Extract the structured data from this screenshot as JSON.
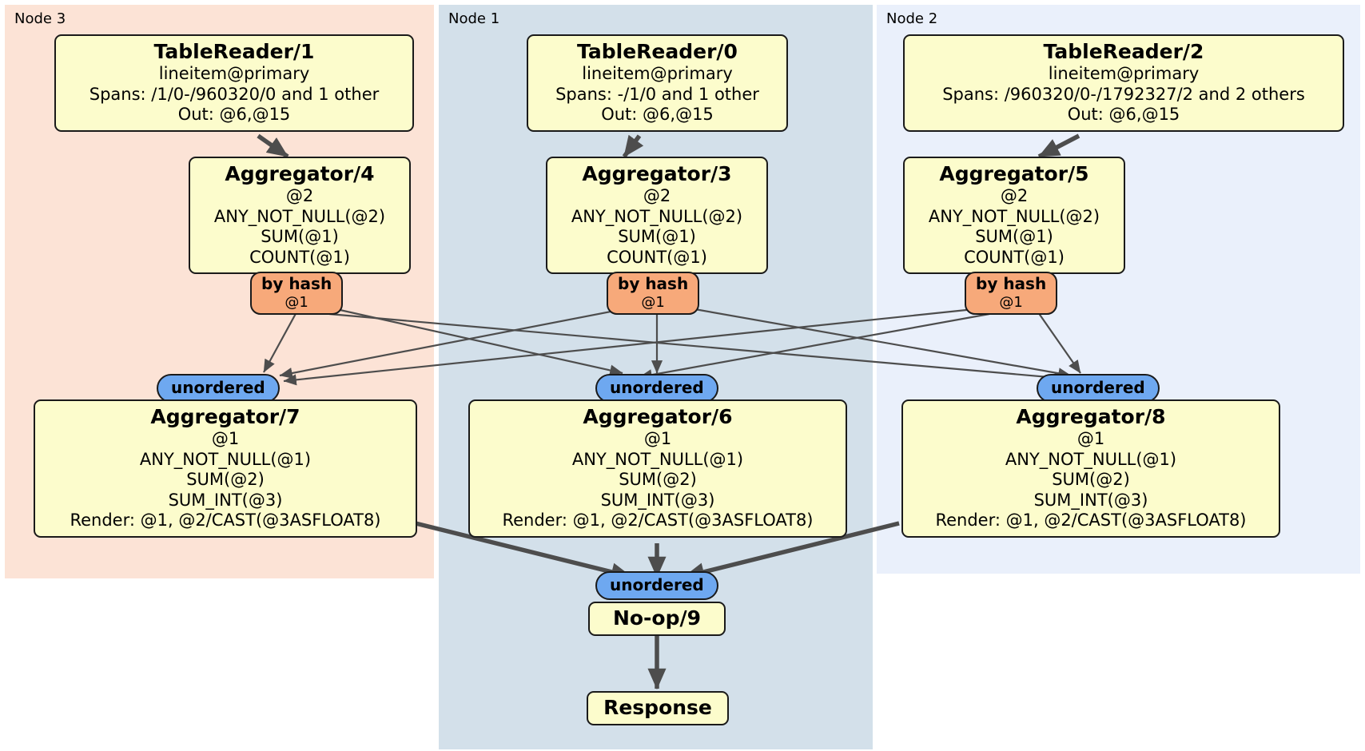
{
  "diagram": {
    "type": "distributed-query-plan",
    "title": "Distributed SQL physical plan",
    "colors": {
      "node3_panel": "#fce3d6",
      "node1_panel": "#d3e0ea",
      "node2_panel": "#eaf0fb",
      "processor_box": "#fcfccc",
      "hash_router": "#f7a97a",
      "unordered_stream": "#6ea8f0",
      "edge": "#4d4d4d",
      "border": "#1a1a1a"
    }
  },
  "clusters": [
    {
      "id": "node3",
      "label": "Node 3"
    },
    {
      "id": "node1",
      "label": "Node 1"
    },
    {
      "id": "node2",
      "label": "Node 2"
    }
  ],
  "processors": {
    "tablereader1": {
      "title": "TableReader/1",
      "lines": [
        "lineitem@primary",
        "Spans: /1/0-/960320/0 and 1 other",
        "Out: @6,@15"
      ]
    },
    "tablereader0": {
      "title": "TableReader/0",
      "lines": [
        "lineitem@primary",
        "Spans: -/1/0 and 1 other",
        "Out: @6,@15"
      ]
    },
    "tablereader2": {
      "title": "TableReader/2",
      "lines": [
        "lineitem@primary",
        "Spans: /960320/0-/1792327/2 and 2 others",
        "Out: @6,@15"
      ]
    },
    "aggregator4": {
      "title": "Aggregator/4",
      "lines": [
        "@2",
        "ANY_NOT_NULL(@2)",
        "SUM(@1)",
        "COUNT(@1)"
      ]
    },
    "aggregator3": {
      "title": "Aggregator/3",
      "lines": [
        "@2",
        "ANY_NOT_NULL(@2)",
        "SUM(@1)",
        "COUNT(@1)"
      ]
    },
    "aggregator5": {
      "title": "Aggregator/5",
      "lines": [
        "@2",
        "ANY_NOT_NULL(@2)",
        "SUM(@1)",
        "COUNT(@1)"
      ]
    },
    "aggregator7": {
      "title": "Aggregator/7",
      "lines": [
        "@1",
        "ANY_NOT_NULL(@1)",
        "SUM(@2)",
        "SUM_INT(@3)",
        "Render: @1, @2/CAST(@3ASFLOAT8)"
      ]
    },
    "aggregator6": {
      "title": "Aggregator/6",
      "lines": [
        "@1",
        "ANY_NOT_NULL(@1)",
        "SUM(@2)",
        "SUM_INT(@3)",
        "Render: @1, @2/CAST(@3ASFLOAT8)"
      ]
    },
    "aggregator8": {
      "title": "Aggregator/8",
      "lines": [
        "@1",
        "ANY_NOT_NULL(@1)",
        "SUM(@2)",
        "SUM_INT(@3)",
        "Render: @1, @2/CAST(@3ASFLOAT8)"
      ]
    },
    "noop9": {
      "title": "No-op/9",
      "lines": []
    },
    "response": {
      "title": "Response",
      "lines": []
    }
  },
  "routers": {
    "hash_left": {
      "label": "by hash",
      "column": "@1"
    },
    "hash_center": {
      "label": "by hash",
      "column": "@1"
    },
    "hash_right": {
      "label": "by hash",
      "column": "@1"
    }
  },
  "streams": {
    "unordered_left": {
      "label": "unordered"
    },
    "unordered_center": {
      "label": "unordered"
    },
    "unordered_right": {
      "label": "unordered"
    },
    "unordered_final": {
      "label": "unordered"
    }
  }
}
